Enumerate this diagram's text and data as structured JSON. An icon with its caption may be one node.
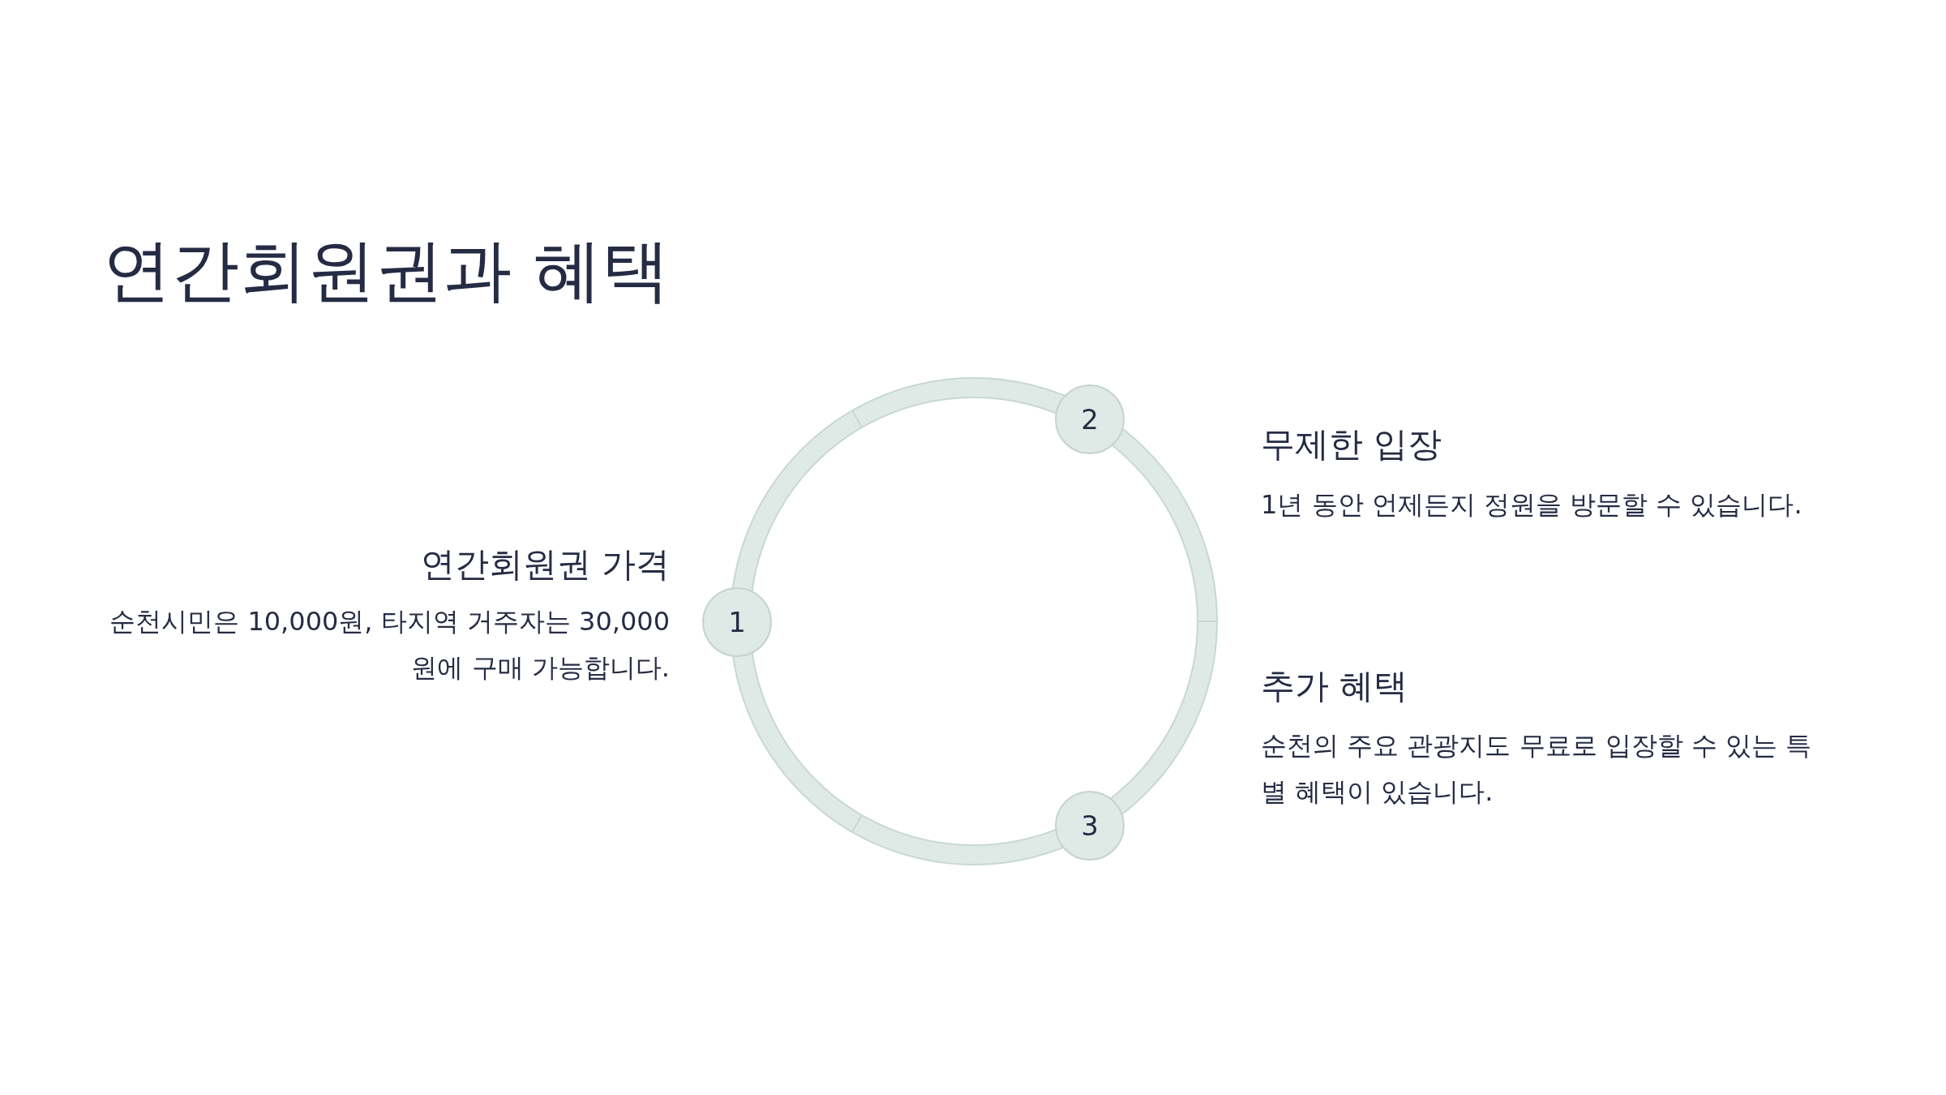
{
  "diagram": {
    "title": "연간회원권과 혜택",
    "nodes": [
      {
        "text": [
          "1"
        ],
        "beside": [
          "연간회원권 가격",
          "순천시민은 10,000원, 타지역 거주자는 30,000원에 구매 가능합니다."
        ]
      },
      {
        "text": [
          "2"
        ],
        "beside": [
          "무제한 입장",
          "1년 동안 언제든지 정원을 방문할 수 있습니다."
        ]
      },
      {
        "text": [
          "3"
        ],
        "beside": [
          "추가 혜택",
          "순천의 주요 관광지도 무료로 입장할 수 있는 특별 혜택이 있습니다."
        ]
      }
    ]
  }
}
